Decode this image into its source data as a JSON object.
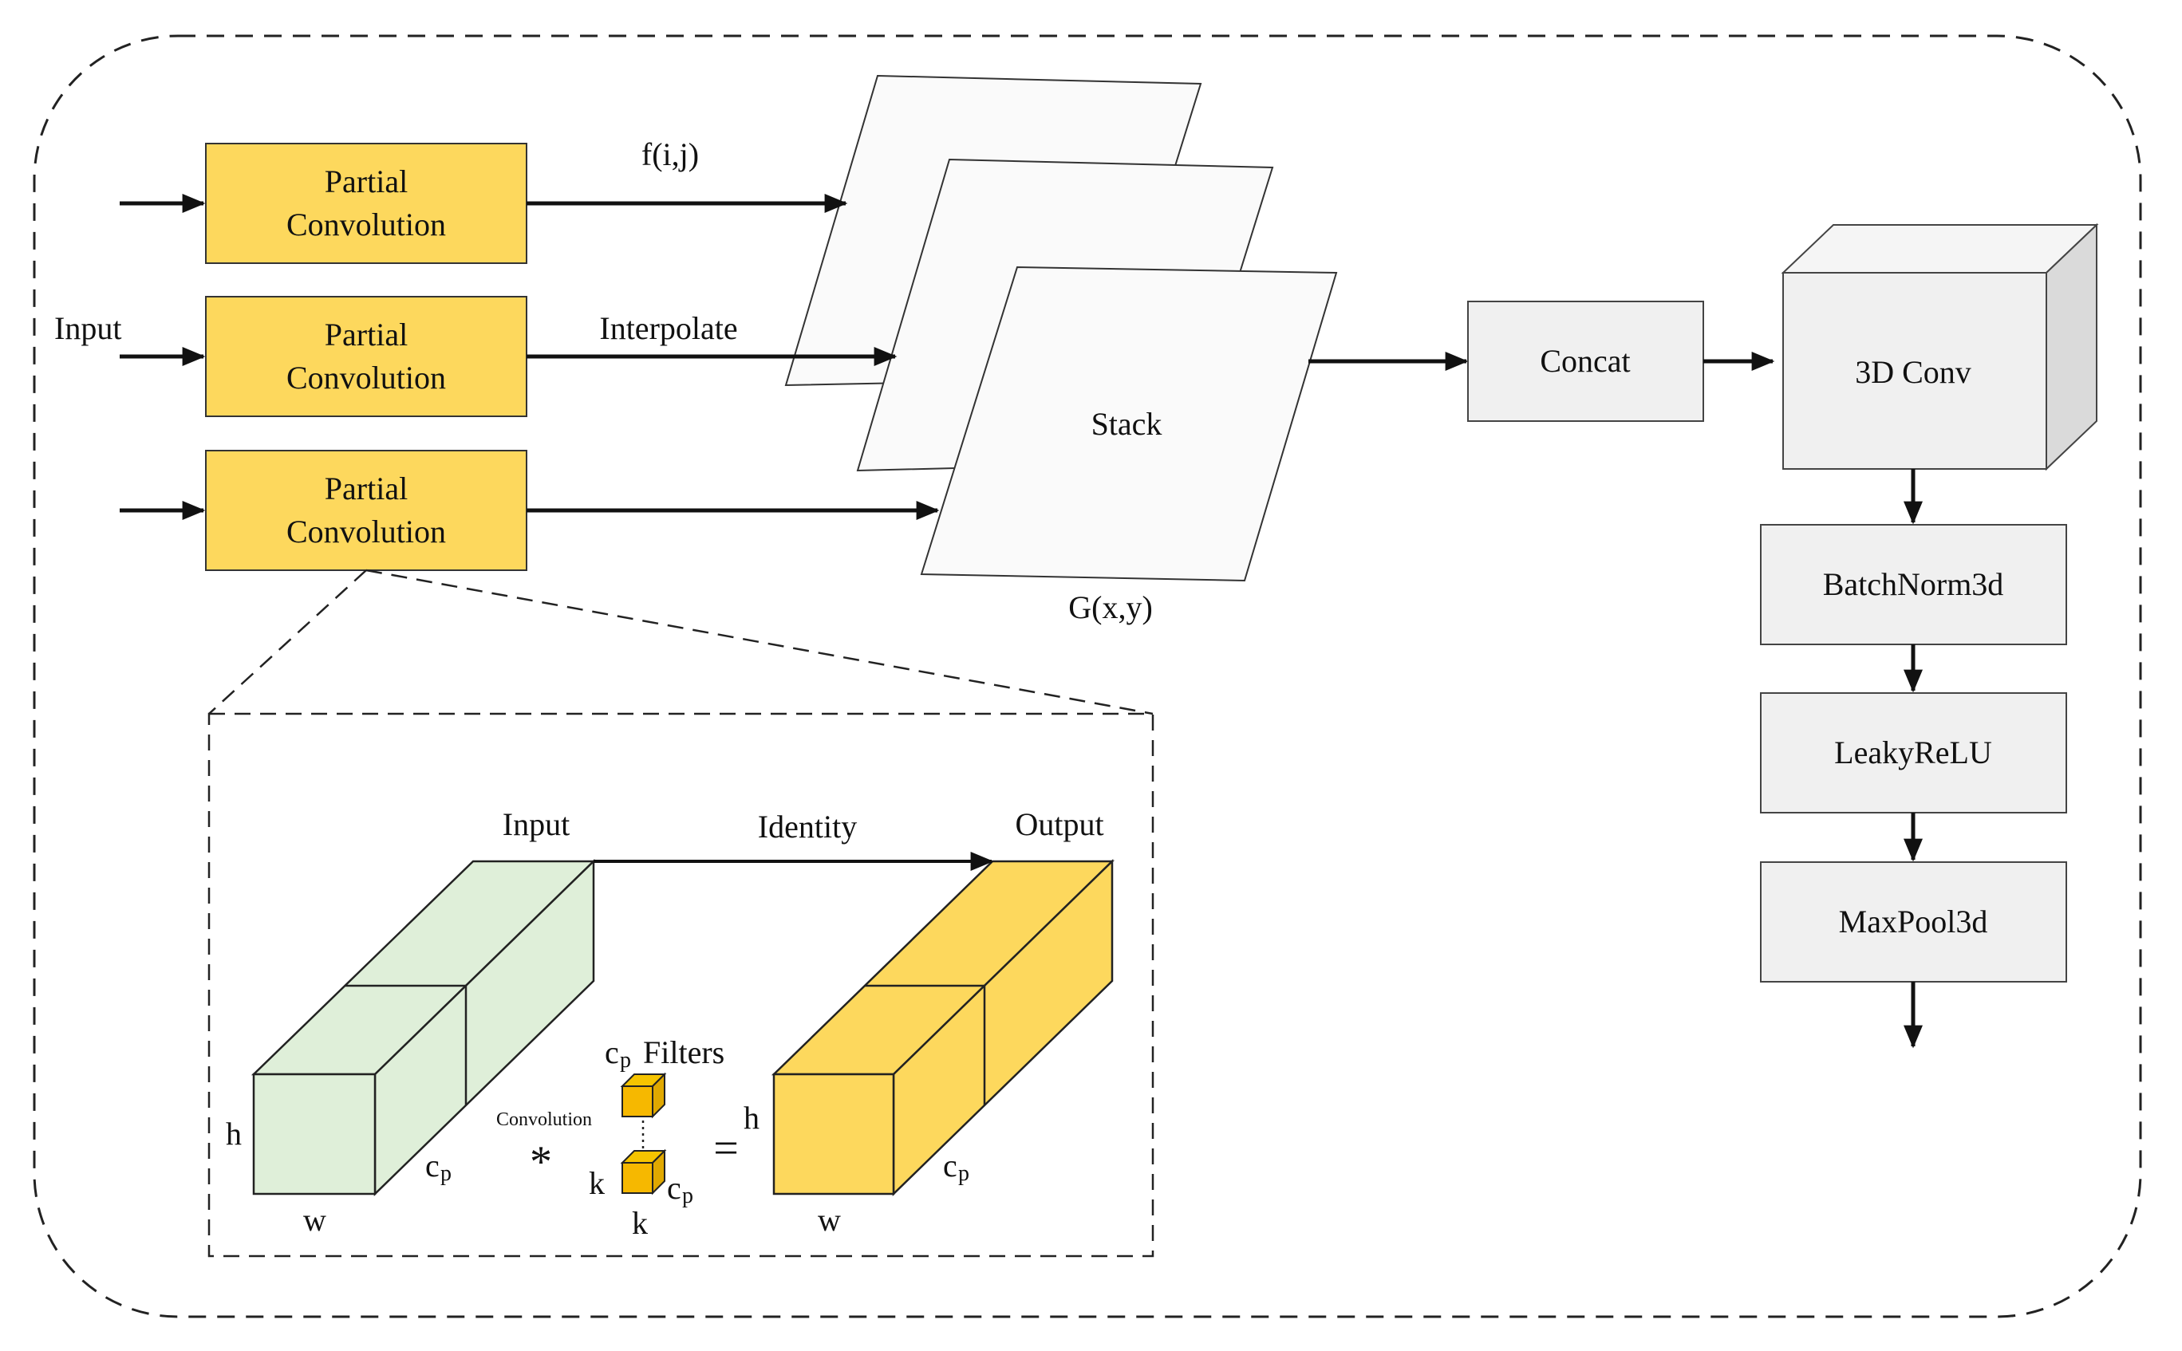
{
  "inputs": {
    "input_label": "Input",
    "partial_conv_line1": "Partial",
    "partial_conv_line2": "Convolution"
  },
  "branches": {
    "top_label": "f(i,j)",
    "middle_label": "Interpolate"
  },
  "stack": {
    "label": "Stack",
    "caption": "G(x,y)"
  },
  "pipeline": {
    "concat": "Concat",
    "conv3d": "3D Conv",
    "batchnorm": "BatchNorm3d",
    "leakyrelu": "LeakyReLU",
    "maxpool": "MaxPool3d"
  },
  "detail": {
    "input_label": "Input",
    "identity_label": "Identity",
    "output_label": "Output",
    "h": "h",
    "w": "w",
    "c": "c",
    "p": "p",
    "k": "k",
    "filters": "Filters",
    "convolution": "Convolution",
    "conv_op": "*",
    "equals": "="
  },
  "colors": {
    "partial_conv_fill": "#FDD85D",
    "neutral_box_fill": "#F0F0F0",
    "input_tensor_fill": "#DFEFD9",
    "output_tensor_fill": "#FDD85D",
    "filter_fill": "#F6B800",
    "stroke": "#222222"
  }
}
